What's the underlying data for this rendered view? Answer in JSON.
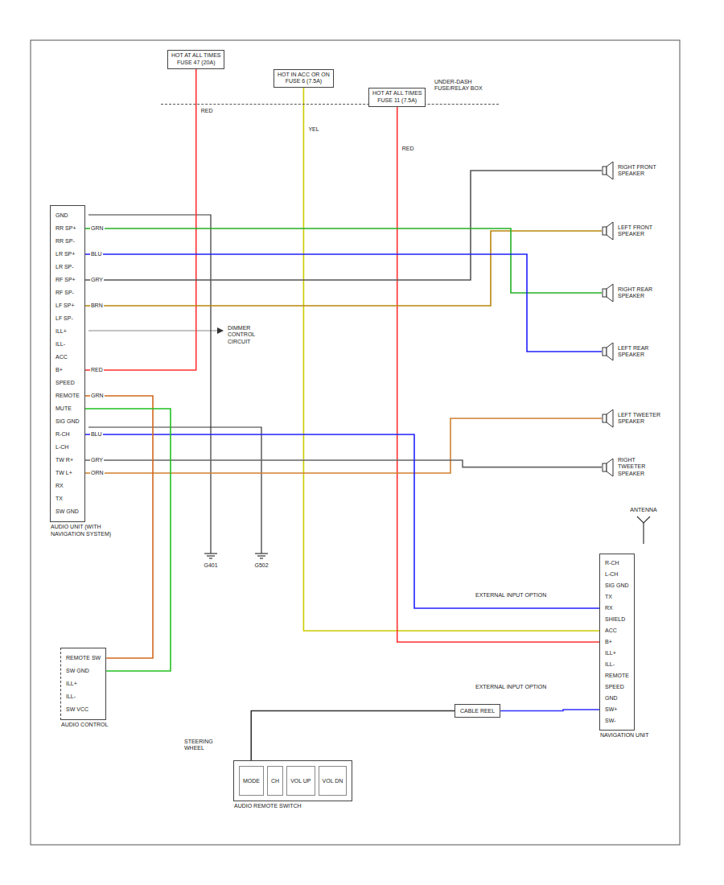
{
  "diagram": {
    "nodes": [
      {
        "text": [
          "UNDER-DASH FUSE/RELAY BOX"
        ]
      },
      {
        "text": [
          "HOT AT ALL TIMES",
          "FUSE 47 (20A)"
        ],
        "in": 0
      },
      {
        "text": [
          "HOT IN ACC OR ON",
          "FUSE 6 (7.5A)"
        ],
        "in": 0
      },
      {
        "text": [
          "HOT AT ALL TIMES",
          "FUSE 11 (7.5A)"
        ],
        "in": 0
      },
      {
        "text": [
          "GND",
          "RR SP+",
          "RR SP-",
          "LR SP+",
          "LR SP-",
          "RF SP+",
          "RF SP-",
          "LF SP+",
          "LF SP-",
          "ILL+",
          "ILL-",
          "ACC",
          "B+",
          "SPEED",
          "REMOTE",
          "MUTE",
          "SIG GND",
          "R-CH",
          "L-CH",
          "TW R+",
          "TW L+",
          "RX",
          "TX",
          "SW GND",
          "AUDIO UNIT (WITH NAVIGATION SYSTEM)"
        ]
      },
      {
        "text": [
          "RIGHT FRONT SPEAKER"
        ]
      },
      {
        "text": [
          "LEFT FRONT SPEAKER"
        ]
      },
      {
        "text": [
          "RIGHT REAR SPEAKER"
        ]
      },
      {
        "text": [
          "LEFT REAR SPEAKER"
        ]
      },
      {
        "text": [
          "LEFT TWEETER SPEAKER"
        ]
      },
      {
        "text": [
          "RIGHT TWEETER SPEAKER"
        ]
      },
      {
        "text": [
          "R-CH",
          "L-CH",
          "SIG GND",
          "TX",
          "RX",
          "SHIELD",
          "ACC",
          "B+",
          "ILL+",
          "ILL-",
          "REMOTE",
          "SPEED",
          "GND",
          "SW+",
          "SW-",
          "NAVIGATION UNIT"
        ]
      },
      {
        "text": [
          "CABLE REEL"
        ]
      },
      {
        "text": [
          "MODE",
          "CH",
          "VOL UP",
          "VOL DN",
          "AUDIO REMOTE SWITCH"
        ]
      },
      {
        "text": [
          "REMOTE SW",
          "SW GND",
          "ILL+",
          "ILL-",
          "SW VCC",
          "AUDIO CONTROL"
        ]
      }
    ],
    "edges": [
      {
        "from": 1,
        "to": 4,
        "arrow": "none"
      },
      {
        "from": 2,
        "to": 11,
        "arrow": "none"
      },
      {
        "from": 3,
        "to": 11,
        "arrow": "none"
      },
      {
        "from": 4,
        "to": 5,
        "arrow": "none"
      },
      {
        "from": 4,
        "to": 6,
        "arrow": "none"
      },
      {
        "from": 4,
        "to": 7,
        "arrow": "none"
      },
      {
        "from": 4,
        "to": 8,
        "arrow": "none"
      },
      {
        "from": 4,
        "to": 9,
        "arrow": "none"
      },
      {
        "from": 4,
        "to": 10,
        "arrow": "none"
      },
      {
        "from": 4,
        "to": 11,
        "arrow": "none"
      },
      {
        "from": 4,
        "to": 14,
        "arrow": "none"
      },
      {
        "from": 4,
        "to": 14,
        "arrow": "none"
      },
      {
        "from": 13,
        "to": 12,
        "arrow": "none"
      },
      {
        "from": 12,
        "to": 11,
        "arrow": "none"
      }
    ],
    "labels": [
      "GRY",
      "BRN",
      "GRN",
      "BLU",
      "ORN",
      "GRY",
      "RED",
      "BLU",
      "GRN",
      "RED",
      "YEL",
      "RED",
      "DIMMER CONTROL CIRCUIT",
      "G401",
      "G502",
      "ANTENNA",
      "EXTERNAL INPUT OPTION",
      "EXTERNAL INPUT OPTION",
      "STEERING WHEEL"
    ]
  }
}
